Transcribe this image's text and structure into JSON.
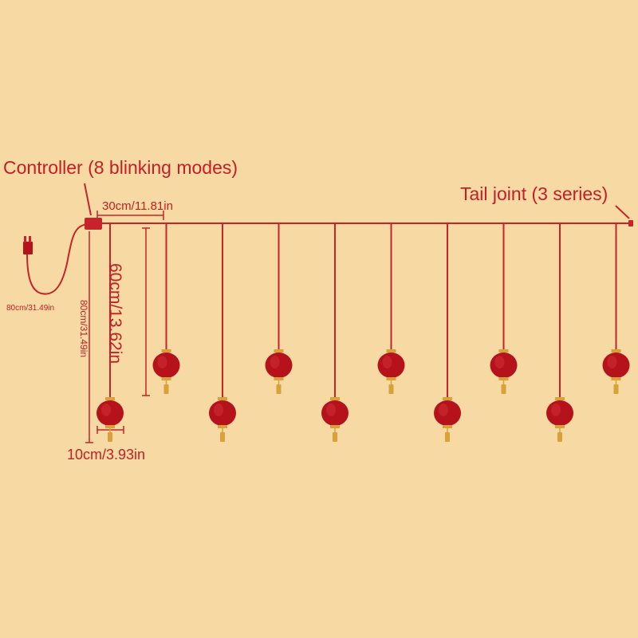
{
  "labels": {
    "controller": "Controller (8 blinking modes)",
    "tail_joint": "Tail joint (3 series)",
    "spacing": "30cm/11.81in",
    "drop_short": "60cm/13.62in",
    "drop_long": "80cm/31.49in",
    "lead_cable": "80cm/31.49in",
    "lantern_width": "10cm/3.93in"
  },
  "lantern_count": 10,
  "colors": {
    "background": "#f7d9a4",
    "wire": "#c8222a",
    "lantern": "#b5121b",
    "lantern_highlight": "#e0424a",
    "gold_cap": "#d8a238",
    "label": "#c41e26"
  },
  "icons": {
    "plug": "usb-plug-icon",
    "controller": "controller-box-icon",
    "tail": "tail-connector-icon",
    "lantern": "chinese-lantern-icon"
  }
}
